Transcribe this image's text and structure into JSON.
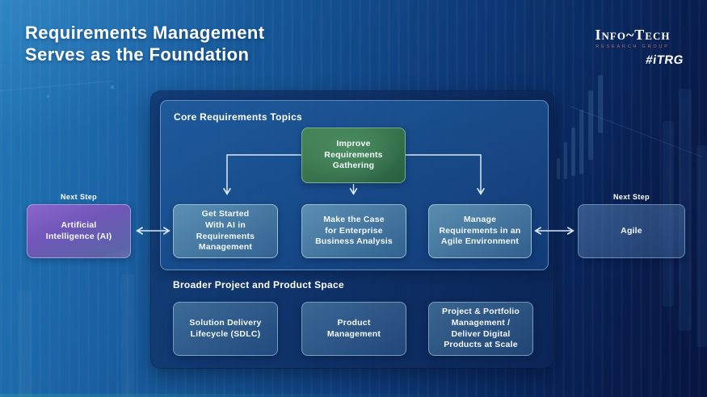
{
  "page": {
    "title": "Requirements Management\nServes as the Foundation"
  },
  "brand": {
    "name": "Info~Tech",
    "subtitle": "RESEARCH GROUP",
    "ticker": "#iTRG"
  },
  "core_panel": {
    "title": "Core Requirements Topics",
    "root_node": {
      "label": "Improve\nRequirements\nGathering"
    },
    "nodes": [
      {
        "label": "Get Started\nWith AI in\nRequirements\nManagement"
      },
      {
        "label": "Make the Case\nfor Enterprise\nBusiness Analysis"
      },
      {
        "label": "Manage\nRequirements in an\nAgile Environment"
      }
    ]
  },
  "next_steps": {
    "left": {
      "caption": "Next Step",
      "label": "Artificial\nIntelligence (AI)"
    },
    "right": {
      "caption": "Next Step",
      "label": "Agile"
    }
  },
  "broader_panel": {
    "title": "Broader Project and Product Space",
    "nodes": [
      {
        "label": "Solution Delivery\nLifecycle (SDLC)"
      },
      {
        "label": "Product\nManagement"
      },
      {
        "label": "Project & Portfolio\nManagement /\nDeliver Digital\nProducts at Scale"
      }
    ]
  },
  "colors": {
    "accent-green": "#3f7f55",
    "accent-purple": "#7a5cc0",
    "node-steel": "#4e83a6",
    "bg-light": "#2077b6",
    "bg-dark": "#071540",
    "connector": "#e8f2f8"
  }
}
